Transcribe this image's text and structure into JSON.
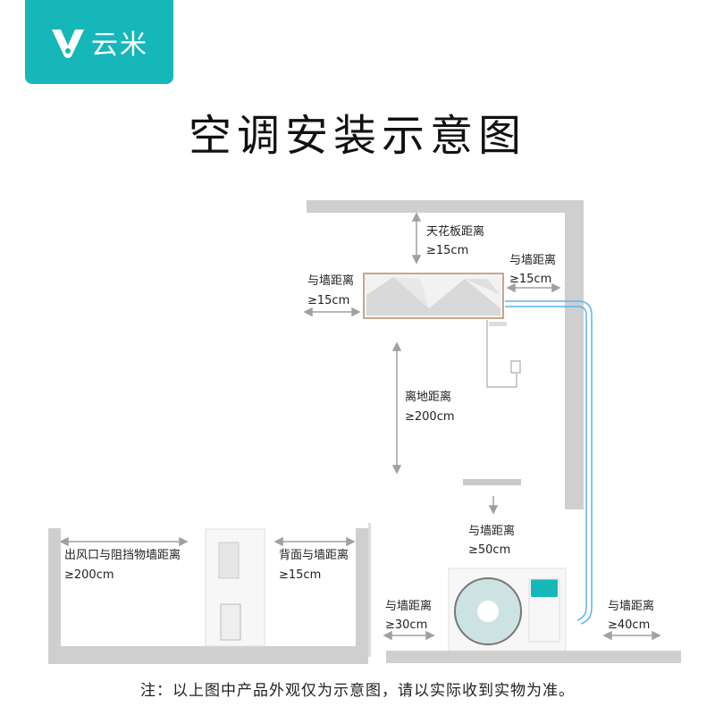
{
  "brand": {
    "name": "云米",
    "color": "#15b7b9"
  },
  "title": "空调安装示意图",
  "indoor_unit": {
    "ceiling": {
      "label": "天花板距离",
      "value": "≥15cm"
    },
    "left_wall": {
      "label": "与墙距离",
      "value": "≥15cm"
    },
    "right_wall": {
      "label": "与墙距离",
      "value": "≥15cm"
    },
    "floor": {
      "label": "离地距离",
      "value": "≥200cm"
    }
  },
  "outdoor_side_view": {
    "outlet": {
      "label": "出风口与阻挡物墙距离",
      "value": "≥200cm"
    },
    "back": {
      "label": "背面与墙距离",
      "value": "≥15cm"
    }
  },
  "outdoor_front_view": {
    "top": {
      "label": "与墙距离",
      "value": "≥50cm"
    },
    "left": {
      "label": "与墙距离",
      "value": "≥30cm"
    },
    "right": {
      "label": "与墙距离",
      "value": "≥40cm"
    }
  },
  "pipe_color": "#5ab4ee",
  "wall_color": "#cfcfcf",
  "arrow_color": "#a0a0a0",
  "note": "注：以上图中产品外观仅为示意图，请以实际收到实物为准。"
}
